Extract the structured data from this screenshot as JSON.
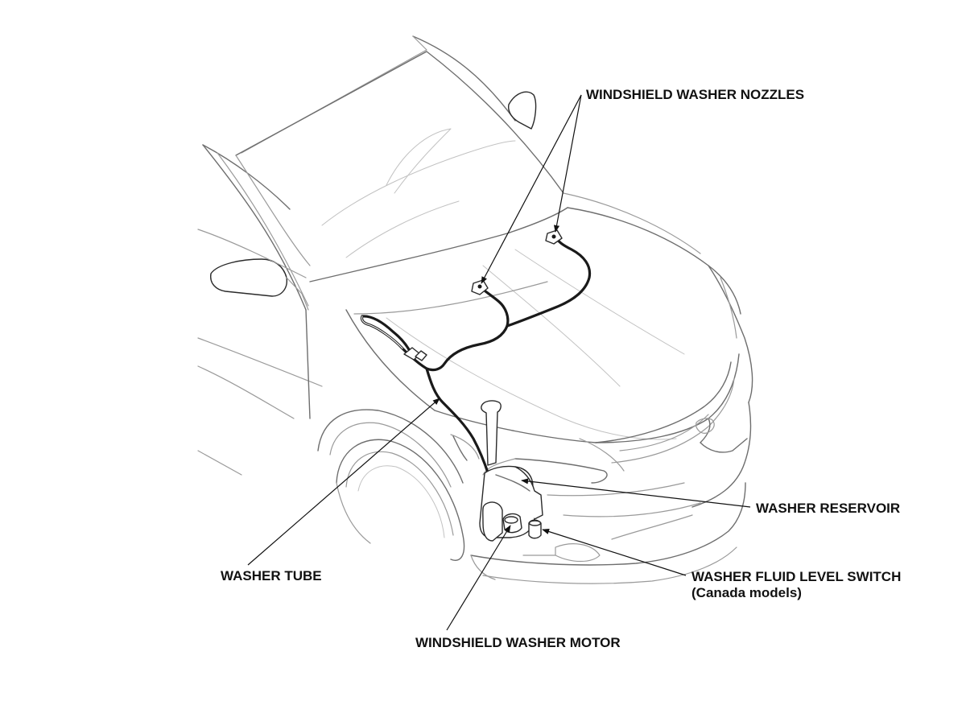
{
  "labels": {
    "nozzles": "WINDSHIELD WASHER NOZZLES",
    "reservoir": "WASHER RESERVOIR",
    "tube": "WASHER TUBE",
    "level_switch": "WASHER FLUID LEVEL SWITCH",
    "level_switch_note": "(Canada models)",
    "motor": "WINDSHIELD WASHER MOTOR"
  }
}
